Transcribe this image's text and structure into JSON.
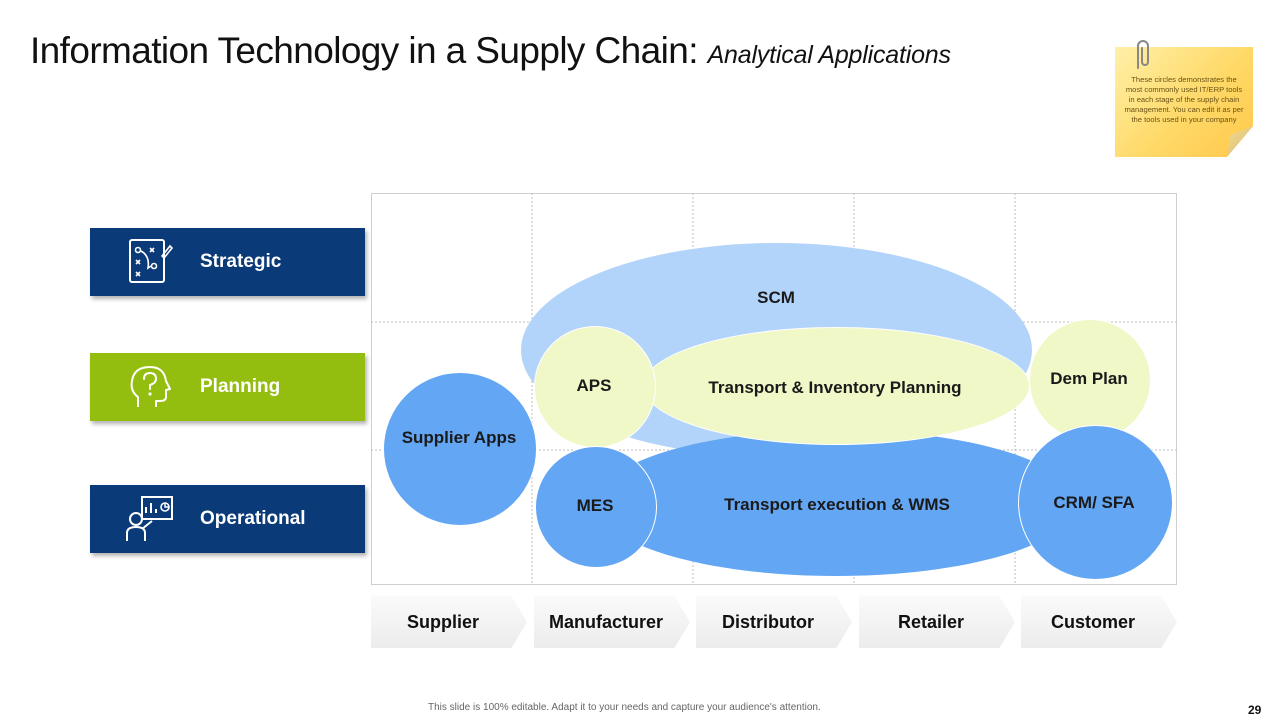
{
  "title": {
    "main": "Information Technology in a Supply Chain:",
    "sub": "Analytical Applications"
  },
  "note": {
    "text": "These circles demonstrates the most commonly used IT/ERP tools in each stage of the supply chain management. You can edit it as per the tools used in your company"
  },
  "categories": [
    {
      "label": "Strategic",
      "icon": "strategy-board-icon",
      "color": "#0b3a78"
    },
    {
      "label": "Planning",
      "icon": "head-question-icon",
      "color": "#94be0f"
    },
    {
      "label": "Operational",
      "icon": "presenter-chart-icon",
      "color": "#0b3a78"
    }
  ],
  "diagram": {
    "scm": "SCM",
    "aps": "APS",
    "transport_inventory": "Transport & Inventory Planning",
    "supplier_apps": "Supplier Apps",
    "mes": "MES",
    "transport_execution": "Transport execution & WMS",
    "dem_plan": "Dem Plan",
    "crm": "CRM/ SFA"
  },
  "stages": [
    "Supplier",
    "Manufacturer",
    "Distributor",
    "Retailer",
    "Customer"
  ],
  "colors": {
    "navy": "#0b3a78",
    "green": "#94be0f",
    "light_blue": "#b3d4fa",
    "mid_blue": "#62a6f4",
    "pale_yellow": "#eff8c6"
  },
  "footer": "This slide is 100% editable. Adapt it to your needs and capture your audience's attention.",
  "page_number": "29"
}
